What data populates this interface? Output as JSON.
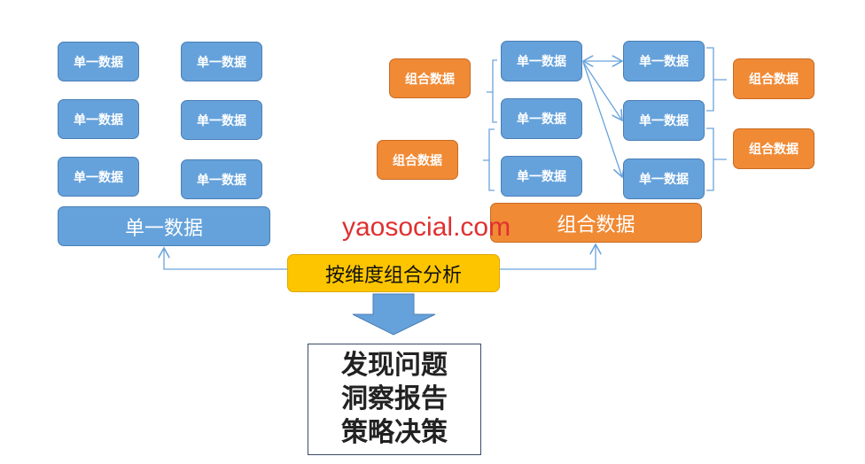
{
  "single_label": "单一数据",
  "combined_label": "组合数据",
  "watermark": "yaosocial.com",
  "analysis_label": "按维度组合分析",
  "outcomes": [
    "发现问题",
    "洞察报告",
    "策略决策"
  ],
  "colors": {
    "blue": "#65a2db",
    "orange": "#f08a35",
    "yellow": "#fdc500",
    "line": "#6aa3dc"
  }
}
